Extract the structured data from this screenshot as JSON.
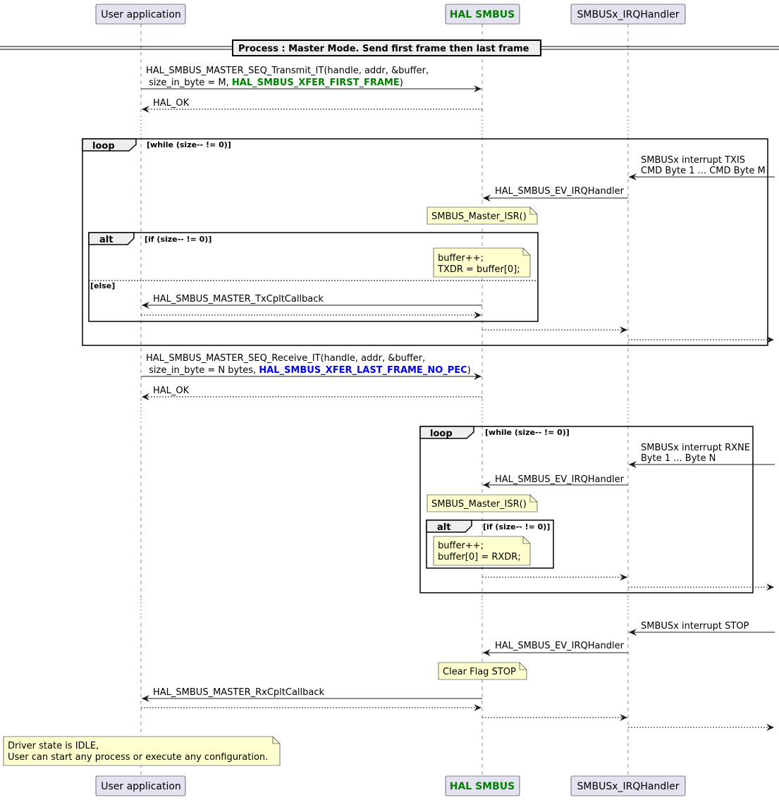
{
  "participants": {
    "user": "User application",
    "hal": "HAL SMBUS",
    "irq": "SMBUSx_IRQHandler"
  },
  "colors": {
    "hal_participant": "#008000",
    "first_frame": "#008000",
    "last_frame": "#0000ff",
    "note_fill": "#fefece",
    "participant_fill": "#e2e2f0"
  },
  "divider": "Process :  Master Mode. Send first frame then last frame",
  "tx": {
    "call_line1": "HAL_SMBUS_MASTER_SEQ_Transmit_IT(handle, addr, &buffer,",
    "call_line2_prefix": " size_in_byte = M, ",
    "call_line2_option": "HAL_SMBUS_XFER_FIRST_FRAME",
    "call_line2_suffix": ")",
    "return": "HAL_OK",
    "loop_label": "loop",
    "loop_cond": "[while (size-- != 0)]",
    "irq_line1": "SMBUSx interrupt TXIS",
    "irq_line2": "CMD Byte 1 ... CMD Byte M",
    "ev_handler": "HAL_SMBUS_EV_IRQHandler",
    "isr_note": "SMBUS_Master_ISR()",
    "alt_label": "alt",
    "alt_cond": "[if (size-- != 0)]",
    "alt_note_line1": "buffer++;",
    "alt_note_line2": "TXDR = buffer[0];",
    "else_label": "[else]",
    "callback": "HAL_SMBUS_MASTER_TxCpltCallback"
  },
  "rx": {
    "call_line1": "HAL_SMBUS_MASTER_SEQ_Receive_IT(handle, addr, &buffer,",
    "call_line2_prefix": " size_in_byte = N bytes, ",
    "call_line2_option": "HAL_SMBUS_XFER_LAST_FRAME_NO_PEC",
    "call_line2_suffix": ")",
    "return": "HAL_OK",
    "loop_label": "loop",
    "loop_cond": "[while (size-- != 0)]",
    "irq_line1": "SMBUSx interrupt RXNE",
    "irq_line2": "Byte 1 ...  Byte N",
    "ev_handler": "HAL_SMBUS_EV_IRQHandler",
    "isr_note": "SMBUS_Master_ISR()",
    "alt_label": "alt",
    "alt_cond": "[if (size-- != 0)]",
    "alt_note_line1": "buffer++;",
    "alt_note_line2": "buffer[0] = RXDR;"
  },
  "stop": {
    "irq": "SMBUSx interrupt STOP",
    "ev_handler": "HAL_SMBUS_EV_IRQHandler",
    "note": "Clear Flag STOP",
    "callback": "HAL_SMBUS_MASTER_RxCpltCallback"
  },
  "final_note": {
    "line1": "Driver state is IDLE,",
    "line2": "User can start any process or execute any configuration."
  }
}
